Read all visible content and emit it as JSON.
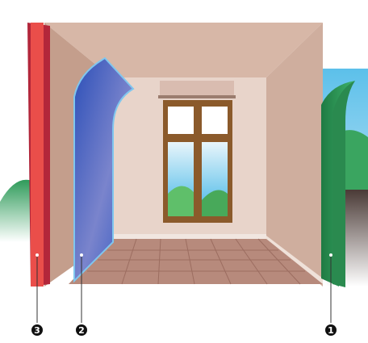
{
  "callouts": [
    {
      "label": "1",
      "part": "right-green-panel"
    },
    {
      "label": "2",
      "part": "blue-arched-panel"
    },
    {
      "label": "3",
      "part": "red-front-panel"
    }
  ],
  "colors": {
    "wall": "#cdaa98",
    "back_wall": "#e8d4ca",
    "floor": "#b78a7c",
    "floor_grid": "#9c6d60",
    "window_frame": "#8b5a2b",
    "red_panel": "#e84a4a",
    "blue_panel": "#3f63c6",
    "green_panel": "#2f9b5a"
  }
}
